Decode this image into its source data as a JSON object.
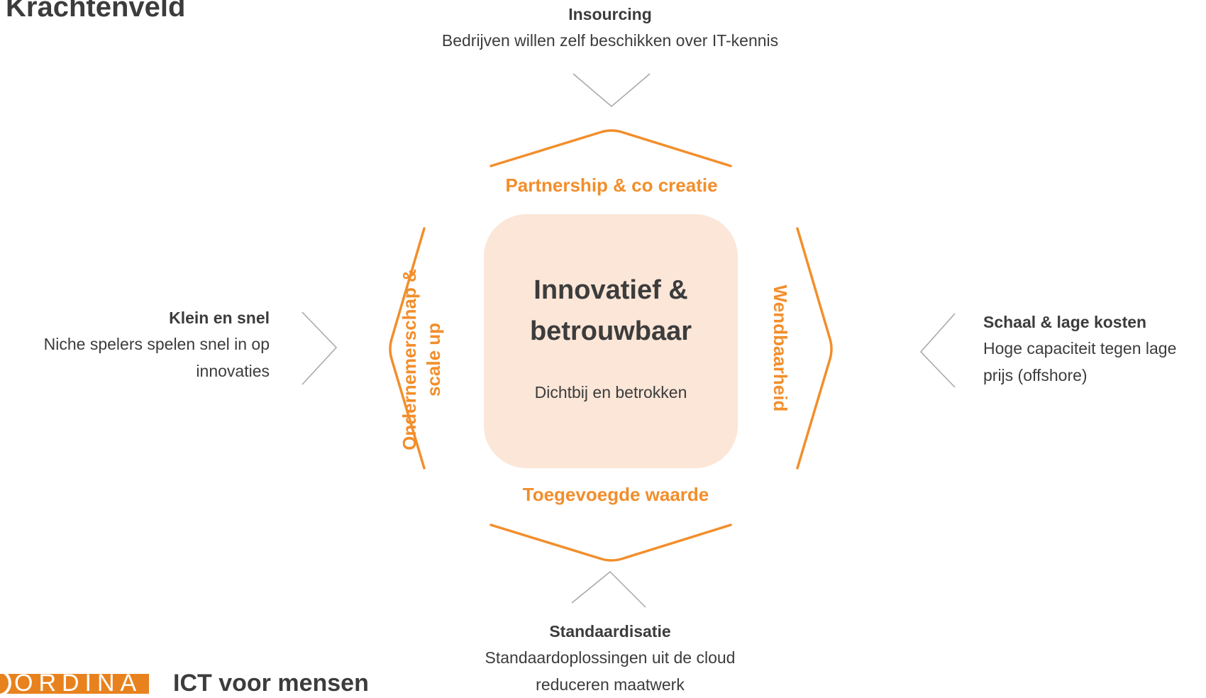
{
  "page": {
    "title": "Krachtenveld"
  },
  "forces": {
    "top": {
      "title": "Insourcing",
      "description": "Bedrijven willen zelf beschikken over IT-kennis"
    },
    "left": {
      "title": "Klein en snel",
      "line1": "Niche spelers spelen snel in op",
      "line2": "innovaties"
    },
    "right": {
      "title": "Schaal & lage kosten",
      "line1": "Hoge capaciteit tegen lage",
      "line2": "prijs (offshore)"
    },
    "bottom": {
      "title": "Standaardisatie",
      "line1": "Standaardoplossingen uit de cloud",
      "line2": "reduceren maatwerk"
    }
  },
  "sides": {
    "top": "Partnership & co creatie",
    "bottom": "Toegevoegde waarde",
    "left_line1": "Ondernemerschap &",
    "left_line2": "scale up",
    "right": "Wendbaarheid"
  },
  "center": {
    "title_line1": "Innovatief &",
    "title_line2": "betrouwbaar",
    "subtitle": "Dichtbij en betrokken"
  },
  "footer": {
    "logo": "ORDINA",
    "tagline": "ICT voor mensen"
  },
  "colors": {
    "accent": "#f28e2b",
    "center_fill": "#fbe6d8",
    "chevron_gray": "#a6a6a6",
    "text": "#3c3c3c"
  }
}
